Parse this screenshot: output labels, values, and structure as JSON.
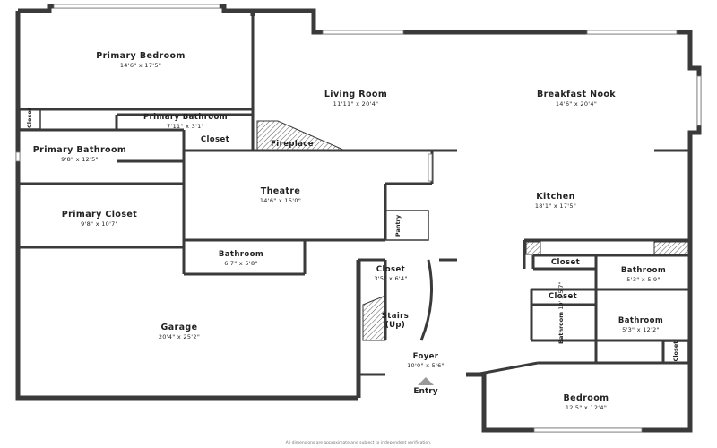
{
  "rooms": [
    {
      "key": "primary-bedroom",
      "name": "Primary Bedroom",
      "dims": "14'6\" x 17'5\""
    },
    {
      "key": "primary-bathroom-small",
      "name": "Primary Bathroom",
      "dims": "7'11\" x 3'1\""
    },
    {
      "key": "primary-bathroom",
      "name": "Primary Bathroom",
      "dims": "9'8\" x 12'5\""
    },
    {
      "key": "primary-closet",
      "name": "Primary Closet",
      "dims": "9'8\" x 10'7\""
    },
    {
      "key": "garage",
      "name": "Garage",
      "dims": "20'4\" x 25'2\""
    },
    {
      "key": "living-room",
      "name": "Living Room",
      "dims": "11'11\" x 20'4\""
    },
    {
      "key": "breakfast-nook",
      "name": "Breakfast Nook",
      "dims": "14'6\" x 20'4\""
    },
    {
      "key": "kitchen",
      "name": "Kitchen",
      "dims": "18'1\" x 17'5\""
    },
    {
      "key": "theatre",
      "name": "Theatre",
      "dims": "14'6\" x 15'0\""
    },
    {
      "key": "bathroom-mid",
      "name": "Bathroom",
      "dims": "6'7\" x 5'8\""
    },
    {
      "key": "closet-foyer",
      "name": "Closet",
      "dims": "3'5\" x 6'4\""
    },
    {
      "key": "foyer",
      "name": "Foyer",
      "dims": "10'0\" x 5'6\""
    },
    {
      "key": "bathroom-upper",
      "name": "Bathroom",
      "dims": "5'3\" x 5'9\""
    },
    {
      "key": "bathroom-lower",
      "name": "Bathroom",
      "dims": "5'3\" x 12'2\""
    },
    {
      "key": "bedroom",
      "name": "Bedroom",
      "dims": "12'5\" x 12'4\""
    },
    {
      "key": "bathroom-small",
      "name": "Bathroom",
      "dims": "10' x 5'7\""
    }
  ],
  "labels": {
    "closet": "Closet",
    "fireplace": "Fireplace",
    "pantry": "Pantry",
    "stairs": "Stairs",
    "stairs_dir": "(Up)",
    "entry": "Entry"
  },
  "disclaimer": "All dimensions are approximate and subject to independent verification.",
  "colors": {
    "wall": "#3a3a3a",
    "floor": "#ffffff",
    "hatch": "#555555"
  }
}
